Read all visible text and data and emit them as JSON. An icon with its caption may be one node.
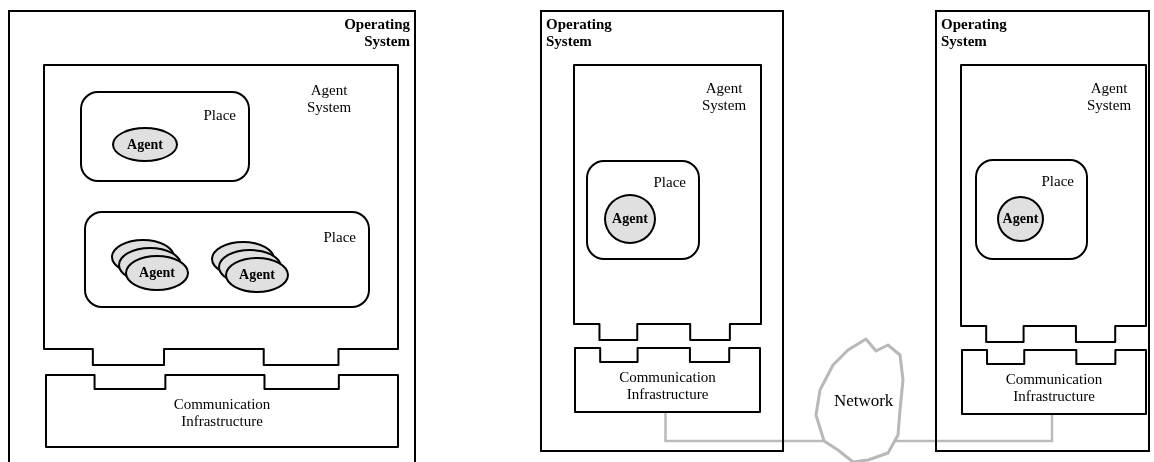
{
  "diagram": {
    "nodes": [
      {
        "text": [
          "Operating System"
        ]
      },
      {
        "text": [
          "Agent System"
        ],
        "in": 0
      },
      {
        "text": [
          "Place"
        ],
        "in": 1
      },
      {
        "text": [
          "Agent"
        ],
        "in": 2
      },
      {
        "text": [
          "Place"
        ],
        "in": 1
      },
      {
        "text": [
          "Agent"
        ],
        "in": 4
      },
      {
        "text": [
          "Agent"
        ],
        "in": 4
      },
      {
        "text": [
          "Communication Infrastructure"
        ],
        "in": 0
      },
      {
        "text": [
          "Operating System"
        ]
      },
      {
        "text": [
          "Agent System"
        ],
        "in": 8
      },
      {
        "text": [
          "Place"
        ],
        "in": 9
      },
      {
        "text": [
          "Agent"
        ],
        "in": 10
      },
      {
        "text": [
          "Communication Infrastructure"
        ],
        "in": 8
      },
      {
        "text": [
          "Network"
        ]
      },
      {
        "text": [
          "Operating System"
        ]
      },
      {
        "text": [
          "Agent System"
        ],
        "in": 14
      },
      {
        "text": [
          "Place"
        ],
        "in": 15
      },
      {
        "text": [
          "Agent"
        ],
        "in": 16
      },
      {
        "text": [
          "Communication Infrastructure"
        ],
        "in": 14
      }
    ],
    "edges": [
      {
        "from": 12,
        "to": 13,
        "arrow": "none"
      },
      {
        "from": 13,
        "to": 18,
        "arrow": "none"
      }
    ]
  }
}
